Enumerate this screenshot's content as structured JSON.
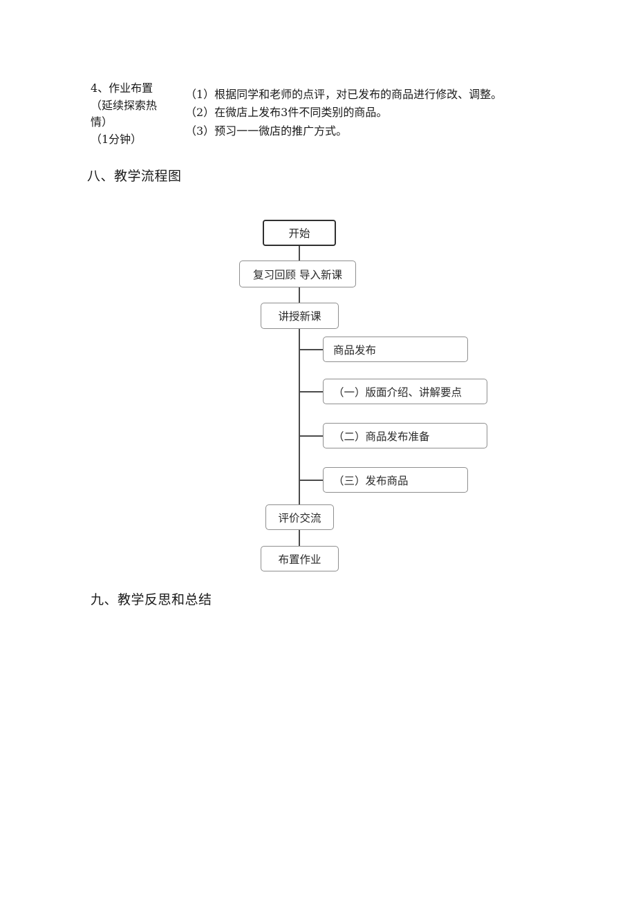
{
  "homework": {
    "left_lines": [
      "4、作业布置",
      "（延续探索热",
      "情）",
      "（1分钟）"
    ],
    "items": [
      "（1）根据同学和老师的点评，对已发布的商品进行修改、调整。",
      "（2）在微店上发布3件不同类别的商品。",
      "（3）预习一一微店的推广方式。"
    ]
  },
  "section8": {
    "title": "八、教学流程图"
  },
  "flowchart": {
    "start": "开始",
    "review": "复习回顾  导入新课",
    "teach": "讲授新课",
    "publish": "商品发布",
    "sub1": "（一）版面介绍、讲解要点",
    "sub2": "（二）商品发布准备",
    "sub3": "（三）发布商品",
    "evaluate": "评价交流",
    "assign": "布置作业"
  },
  "section9": {
    "title": "九、教学反思和总结"
  }
}
